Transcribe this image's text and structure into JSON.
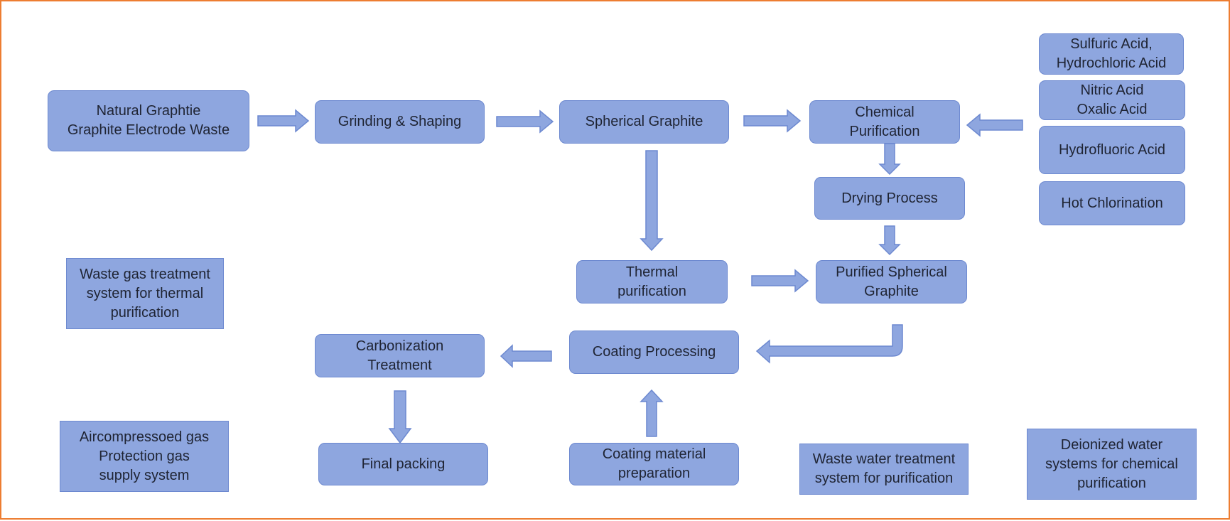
{
  "colors": {
    "frame": "#ED7D31",
    "box_fill": "#8EA6DF",
    "box_stroke": "#6D89D0",
    "arrow_fill": "#8EA6DF",
    "text": "#1F2433"
  },
  "nodes": {
    "raw_materials": "Natural Graphtie\nGraphite Electrode Waste",
    "grinding": "Grinding & Shaping",
    "spherical": "Spherical Graphite",
    "chemical_purification": "Chemical\nPurification",
    "acid_sulfuric_hydrochloric": "Sulfuric Acid,\nHydrochloric Acid",
    "acid_nitric_oxalic": "Nitric Acid\nOxalic Acid",
    "acid_hydrofluoric": "Hydrofluoric Acid",
    "hot_chlorination": "Hot Chlorination",
    "drying": "Drying Process",
    "thermal_purification": "Thermal\npurification",
    "purified_spherical": "Purified Spherical\nGraphite",
    "waste_gas_system": "Waste gas treatment\nsystem for thermal\npurification",
    "carbonization": "Carbonization\nTreatment",
    "coating_processing": "Coating  Processing",
    "final_packing": "Final packing",
    "coating_material": "Coating material\npreparation",
    "aircompressed_gas": "Aircompressoed gas\nProtection gas\nsupply system",
    "waste_water_system": "Waste water treatment\nsystem for purification",
    "deionized_water": "Deionized water\nsystems for chemical\npurification"
  }
}
